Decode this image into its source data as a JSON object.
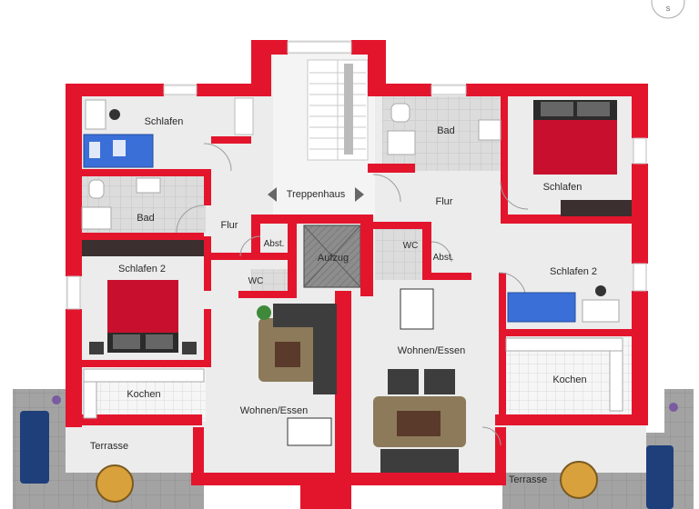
{
  "rooms": {
    "schlafen_left": "Schlafen",
    "bad_left": "Bad",
    "flur_left": "Flur",
    "abst_left": "Abst.",
    "wc_left": "WC",
    "schlafen2_left": "Schlafen 2",
    "kochen_left": "Kochen",
    "wohnen_left": "Wohnen/Essen",
    "terrasse_left": "Terrasse",
    "treppenhaus": "Treppenhaus",
    "aufzug": "Aufzug",
    "bad_right": "Bad",
    "flur_right": "Flur",
    "schlafen_right": "Schlafen",
    "wc_right": "WC",
    "abst_right": "Abst.",
    "schlafen2_right": "Schlafen 2",
    "kochen_right": "Kochen",
    "wohnen_right": "Wohnen/Essen",
    "terrasse_right": "Terrasse"
  },
  "compass": {
    "south_letter": "S"
  },
  "colors": {
    "wall": "#e3152d",
    "floor": "#ececec",
    "tile": "#d8d8d8",
    "terrace": "#9a9a9a",
    "bed_red": "#c8102e",
    "blue_bed": "#3a6fd8",
    "rug": "#8c7a5a",
    "sofa": "#3d3d3d",
    "elevator": "#888888"
  }
}
